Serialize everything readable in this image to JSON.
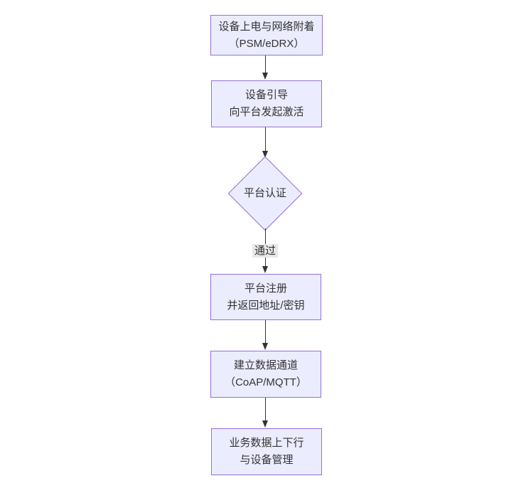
{
  "diagram": {
    "type": "flowchart",
    "direction": "top-down",
    "colors": {
      "background": "#ffffff",
      "node_fill": "#ECECFF",
      "node_border": "#9370DB",
      "text": "#333333",
      "edge": "#333333",
      "edge_label_bg": "#e8e8e8"
    },
    "nodes": [
      {
        "id": "power-attach",
        "shape": "rect",
        "lines": [
          "设备上电与网络附着",
          "（PSM/eDRX）"
        ]
      },
      {
        "id": "bootstrap-activate",
        "shape": "rect",
        "lines": [
          "设备引导",
          "向平台发起激活"
        ]
      },
      {
        "id": "platform-auth",
        "shape": "diamond",
        "lines": [
          "平台认证"
        ]
      },
      {
        "id": "platform-register",
        "shape": "rect",
        "lines": [
          "平台注册",
          "并返回地址/密钥"
        ]
      },
      {
        "id": "data-channel",
        "shape": "rect",
        "lines": [
          "建立数据通道",
          "（CoAP/MQTT）"
        ]
      },
      {
        "id": "business-mgmt",
        "shape": "rect",
        "lines": [
          "业务数据上下行",
          "与设备管理"
        ]
      }
    ],
    "edges": [
      {
        "from": "power-attach",
        "to": "bootstrap-activate",
        "label": ""
      },
      {
        "from": "bootstrap-activate",
        "to": "platform-auth",
        "label": ""
      },
      {
        "from": "platform-auth",
        "to": "platform-register",
        "label": "通过"
      },
      {
        "from": "platform-register",
        "to": "data-channel",
        "label": ""
      },
      {
        "from": "data-channel",
        "to": "business-mgmt",
        "label": ""
      }
    ]
  }
}
